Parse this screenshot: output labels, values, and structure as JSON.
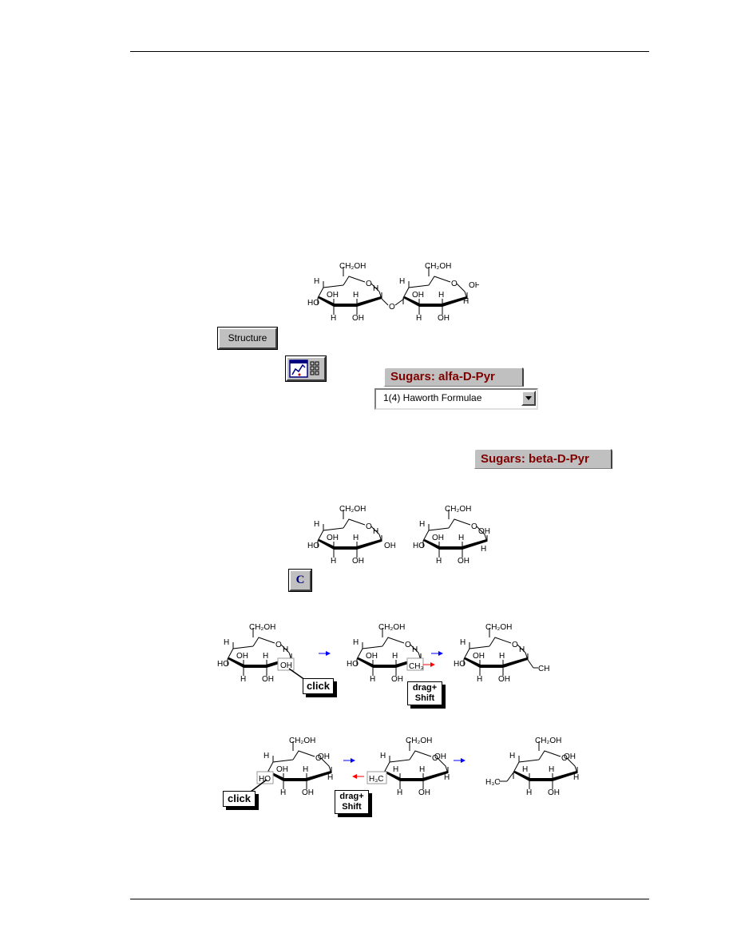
{
  "toolbar": {
    "structure_label": "Structure",
    "templates_icon": "template-window-icon",
    "c_label": "C"
  },
  "tabs": {
    "alfa_label": "Sugars: alfa-D-Pyr",
    "beta_label": "Sugars: beta-D-Pyr"
  },
  "combo": {
    "selected": "1(4) Haworth Formulae"
  },
  "labels": {
    "ch2oh": "CH₂OH",
    "oh": "OH",
    "h": "H",
    "ho": "HO",
    "o": "O",
    "ch3": "CH₃",
    "h3c": "H₃C"
  },
  "callouts": {
    "click": "click",
    "drag_line1": "drag+",
    "drag_line2": "Shift"
  },
  "colors": {
    "tab_text": "#800000",
    "blue_arrow": "#0000ff",
    "red_arrow": "#ff0000",
    "button_face": "#c0c0c0"
  }
}
